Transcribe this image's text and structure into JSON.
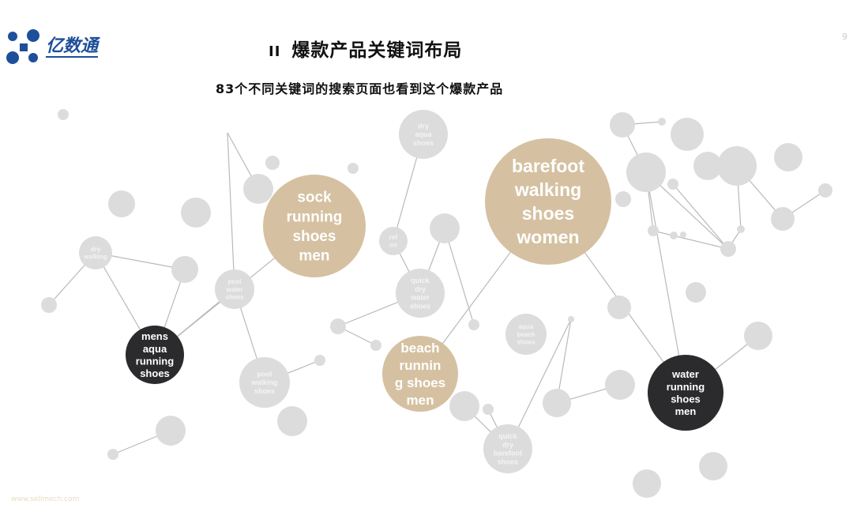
{
  "header": {
    "logo_text": "亿数通",
    "section_number": "II",
    "title": "爆款产品关键词布局",
    "subtitle": "83个不同关键词的搜索页面也看到这个爆款产品",
    "page_number": "9"
  },
  "footer": {
    "url": "www.sellmech.com"
  },
  "colors": {
    "highlight": "#d5c1a1",
    "dark": "#2b2a2c",
    "minor": "#dcdcdc",
    "edge": "#b9b9b9",
    "logo": "#1d4f9a"
  },
  "keywords": {
    "3": "dry walking",
    "6": "pool water shoes",
    "7": "mens aqua running shoes",
    "10": "sock running shoes men",
    "11": "pool walking shoes",
    "17": "dry aqua shoes",
    "18": "ref on",
    "20": "quick dry water shoes",
    "24": "beach running shoes men",
    "27": "quick dry barefoot shoes",
    "28": "barefoot walking shoes women",
    "29": "aqua beach shoes",
    "35": "water running shoes men"
  }
}
